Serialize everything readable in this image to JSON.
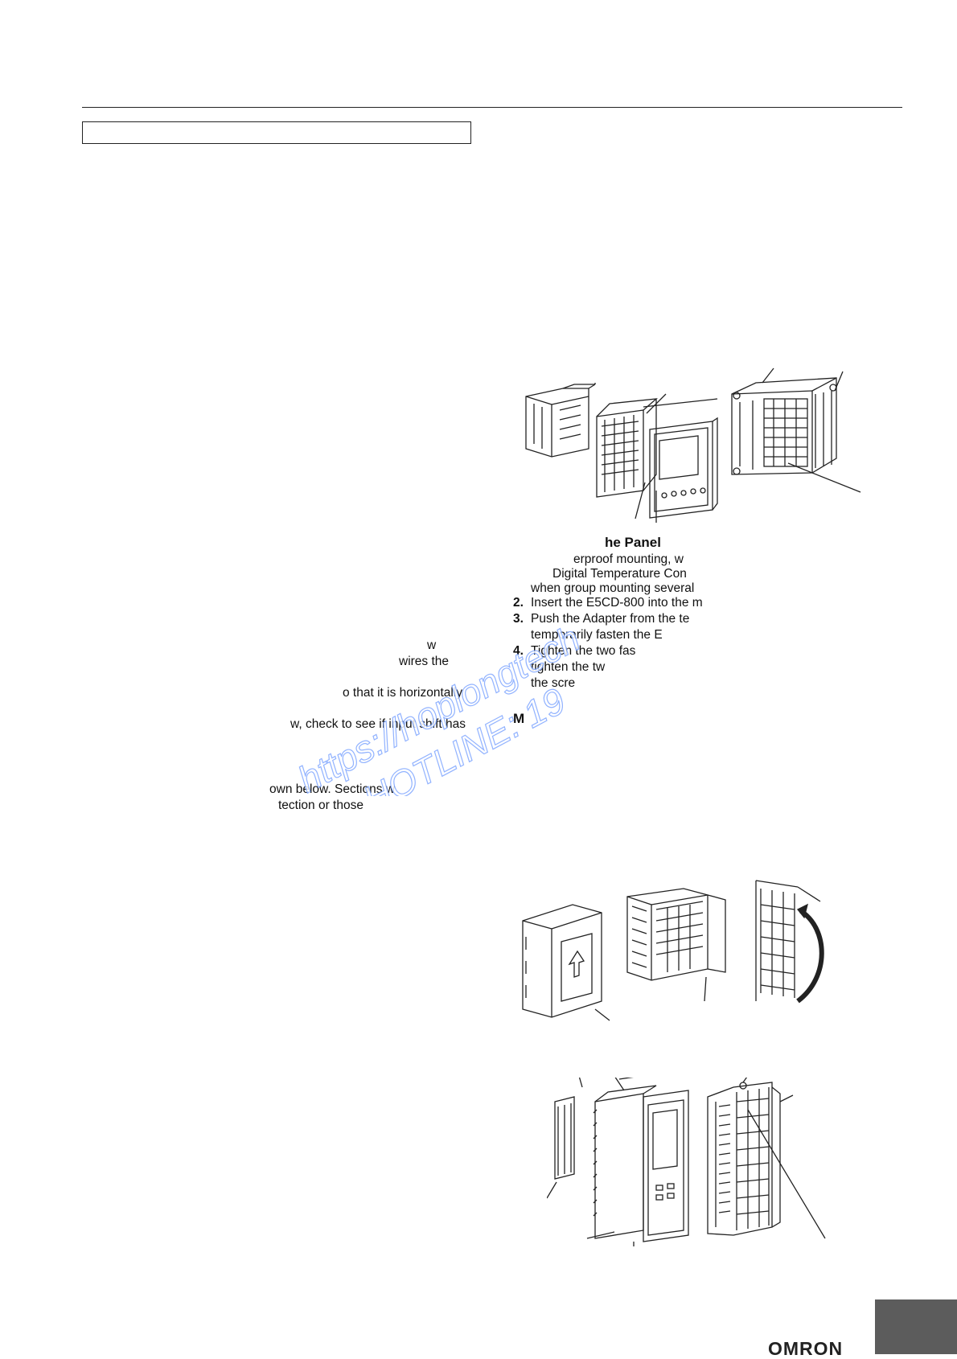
{
  "left_column": {
    "lines": [
      "w",
      "wires the",
      "o that it is horizontally",
      "w, check to see if input shift has",
      "own below. Sections w",
      "tection or those"
    ]
  },
  "right_column": {
    "heading": "he Panel",
    "intro_lines": [
      "erproof mounting, w",
      "Digital Temperature Con",
      "when group mounting several"
    ],
    "steps": [
      {
        "num": "2.",
        "lines": [
          "Insert the E5CD-800 into the m"
        ]
      },
      {
        "num": "3.",
        "lines": [
          "Push the Adapter from the te",
          "temporarily fasten the E"
        ]
      },
      {
        "num": "4.",
        "lines": [
          "Tighten the two fas",
          "tighten the tw",
          "the scre"
        ]
      }
    ],
    "subheading": "M"
  },
  "watermark": {
    "line1": "https://hoplongtech",
    "line2": "HOTLINE: 19"
  },
  "footer": {
    "logo": "OMRON"
  }
}
